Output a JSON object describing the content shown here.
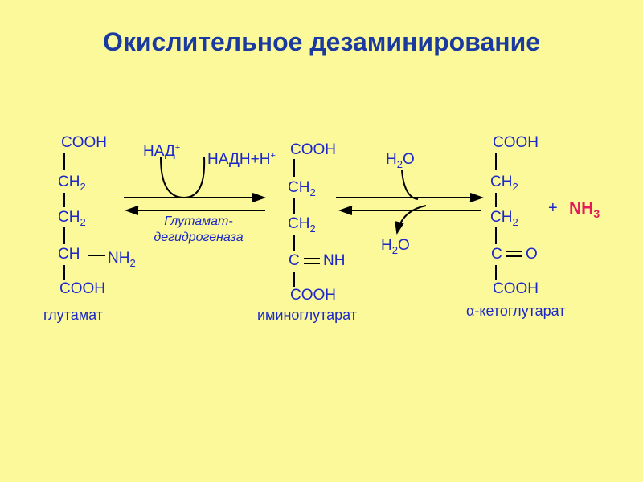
{
  "title": "Окислительное дезаминирование",
  "glutamate": {
    "row1": "COOH",
    "row2": "CH",
    "row2_sub": "2",
    "row3": "CH",
    "row3_sub": "2",
    "row4": "CH",
    "row4_group": "NH",
    "row4_group_sub": "2",
    "row5": "COOH",
    "name": "глутамат"
  },
  "iminoglutarate": {
    "row1": "COOH",
    "row2": "CH",
    "row2_sub": "2",
    "row3": "CH",
    "row3_sub": "2",
    "row4": "C",
    "row4_group": "NH",
    "row5": "COOH",
    "name": "иминоглутарат"
  },
  "ketoglutarate": {
    "row1": "COOH",
    "row2": "CH",
    "row2_sub": "2",
    "row3": "CH",
    "row3_sub": "2",
    "row4": "C",
    "row4_group": "O",
    "row5": "COOH",
    "name": "α-кетоглутарат"
  },
  "step1": {
    "cofactor_in": "НАД",
    "cofactor_in_sup": "+",
    "cofactor_out": "НАДН+Н",
    "cofactor_out_sup": "+",
    "enzyme_line1": "Глутамат-",
    "enzyme_line2": "дегидрогеназа"
  },
  "step2": {
    "water_in": "H",
    "water_in_sub": "2",
    "water_in_o": "O",
    "water_out": "H",
    "water_out_sub": "2",
    "water_out_o": "O"
  },
  "product": {
    "plus": "+",
    "nh3": "NH",
    "nh3_sub": "3"
  },
  "colors": {
    "background": "#fbf99a",
    "title": "#1b3aa0",
    "formula": "#1c28c8",
    "ammonia": "#e5185b"
  }
}
